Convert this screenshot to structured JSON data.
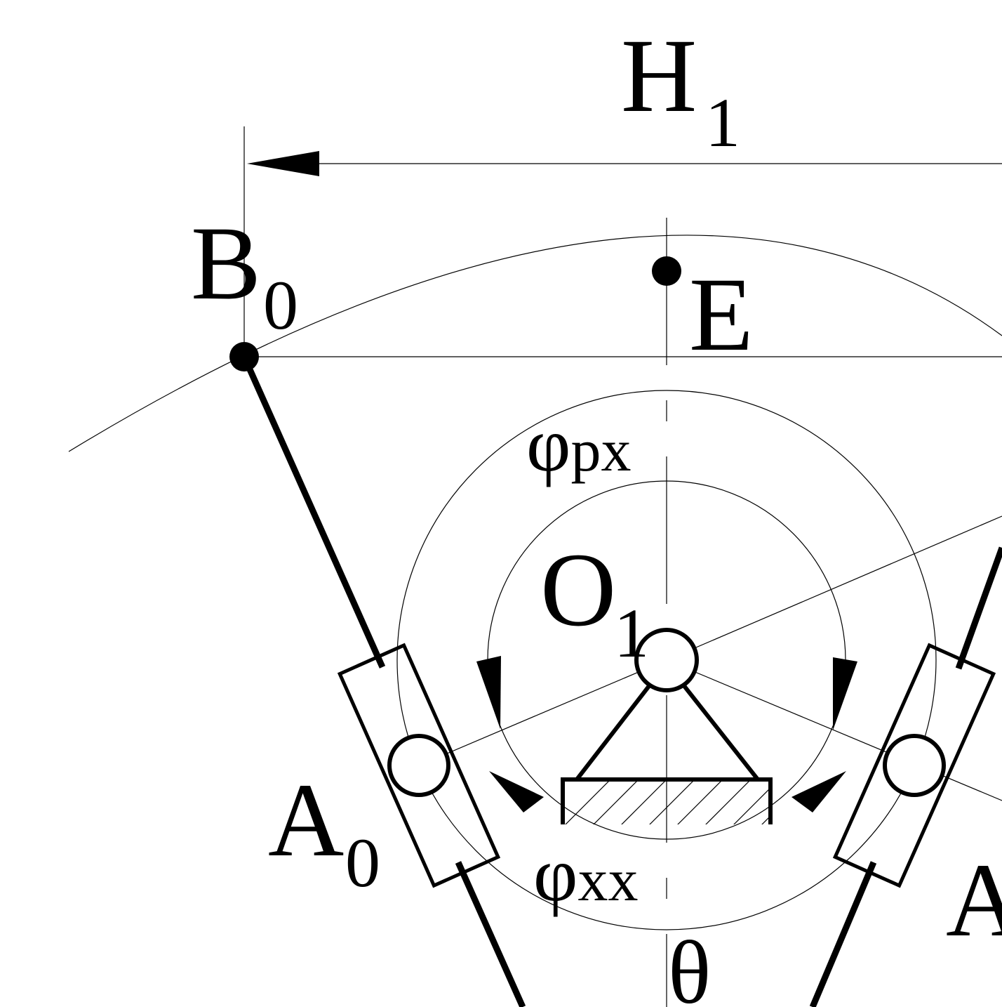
{
  "colors": {
    "ink": "#000000",
    "background": "#ffffff"
  },
  "labels": {
    "H": "H",
    "H_sub": "1",
    "B": "B",
    "B_sub": "0",
    "E": "E",
    "O": "O",
    "O_sub": "1",
    "A_left": "A",
    "A_left_sub": "0",
    "A_right": "A",
    "phi": "φ",
    "phi_px_sub": "px",
    "phi_xx_sub": "xx",
    "theta": "θ"
  }
}
